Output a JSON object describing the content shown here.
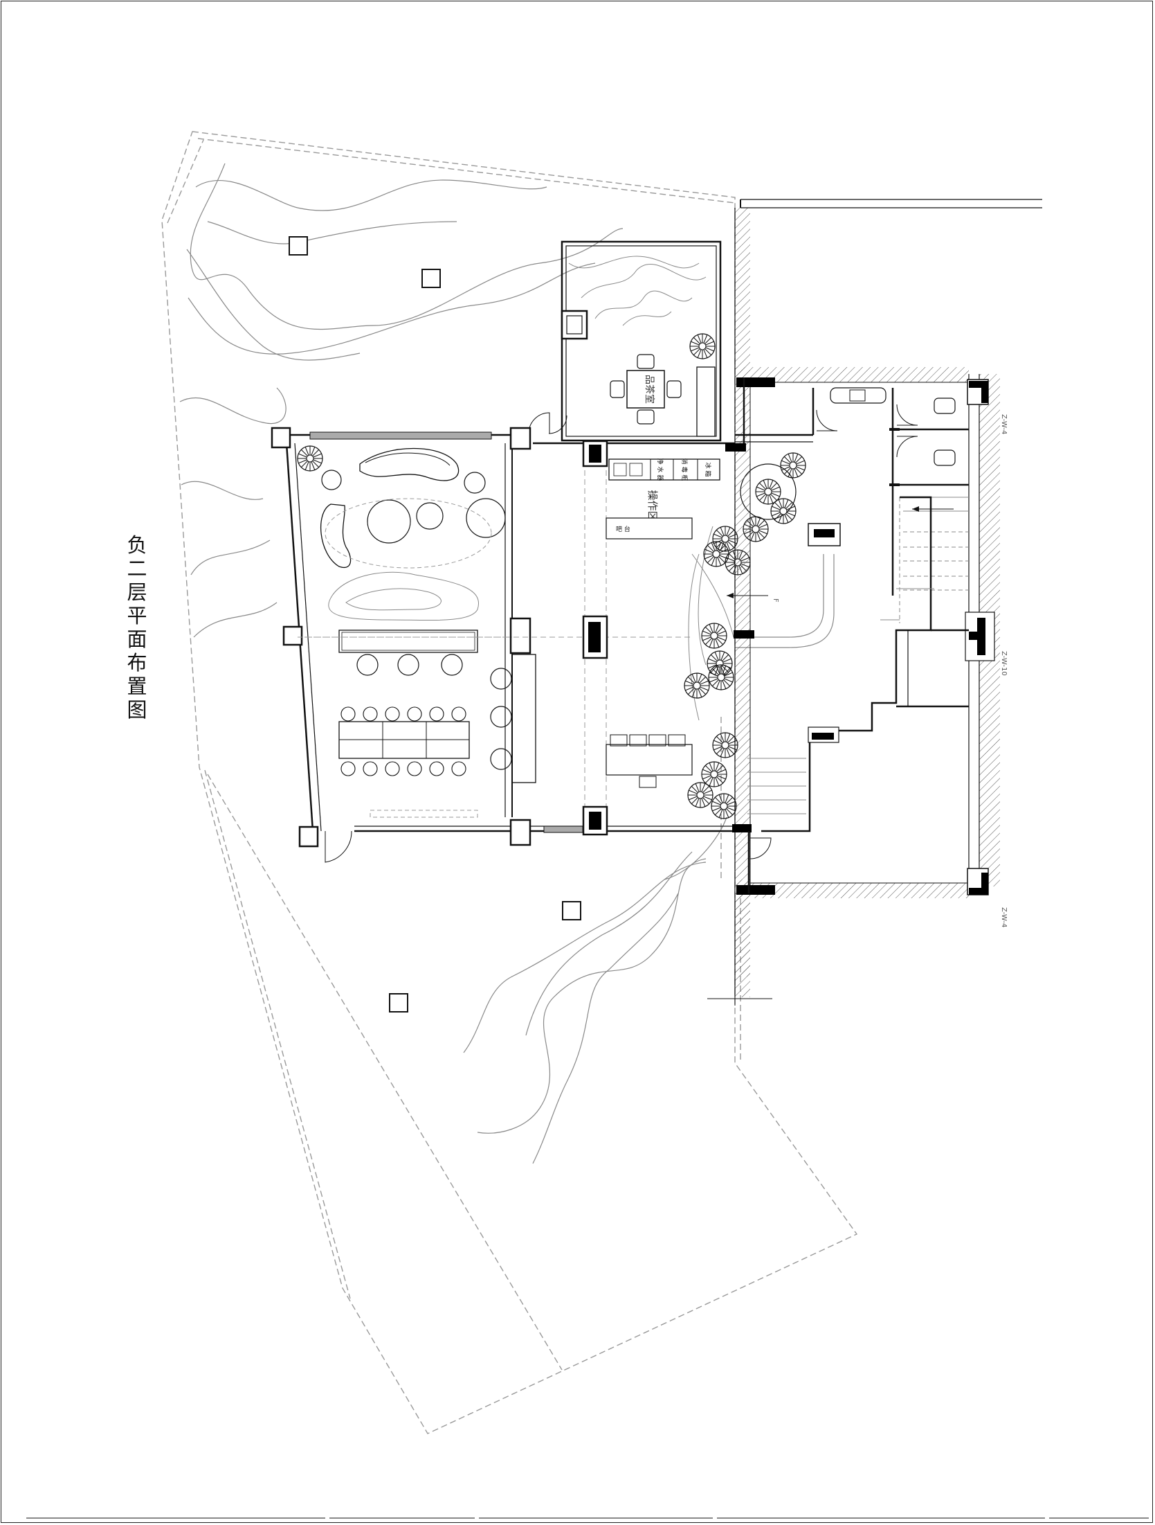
{
  "drawing": {
    "title_chars": [
      "负",
      "二",
      "层",
      "平",
      "面",
      "布",
      "置",
      "图"
    ],
    "title": "负二层平面布置图"
  },
  "labels": {
    "tea_room": "品茶室",
    "operation_area": "操作区",
    "kitchen_label_1": "净 水 器",
    "kitchen_label_2": "消 毒 柜",
    "kitchen_label_3": "冰 箱",
    "counter_label": "吧 台"
  },
  "elevation_marks": {
    "mark_1": "Z-W-4",
    "mark_2": "Z-W-10",
    "mark_3": "Z-W-4"
  },
  "colors": {
    "line": "#111111",
    "thin_line": "#777777",
    "dash_line": "#999999",
    "fill_dark": "#000000",
    "hatch": "#666666"
  }
}
